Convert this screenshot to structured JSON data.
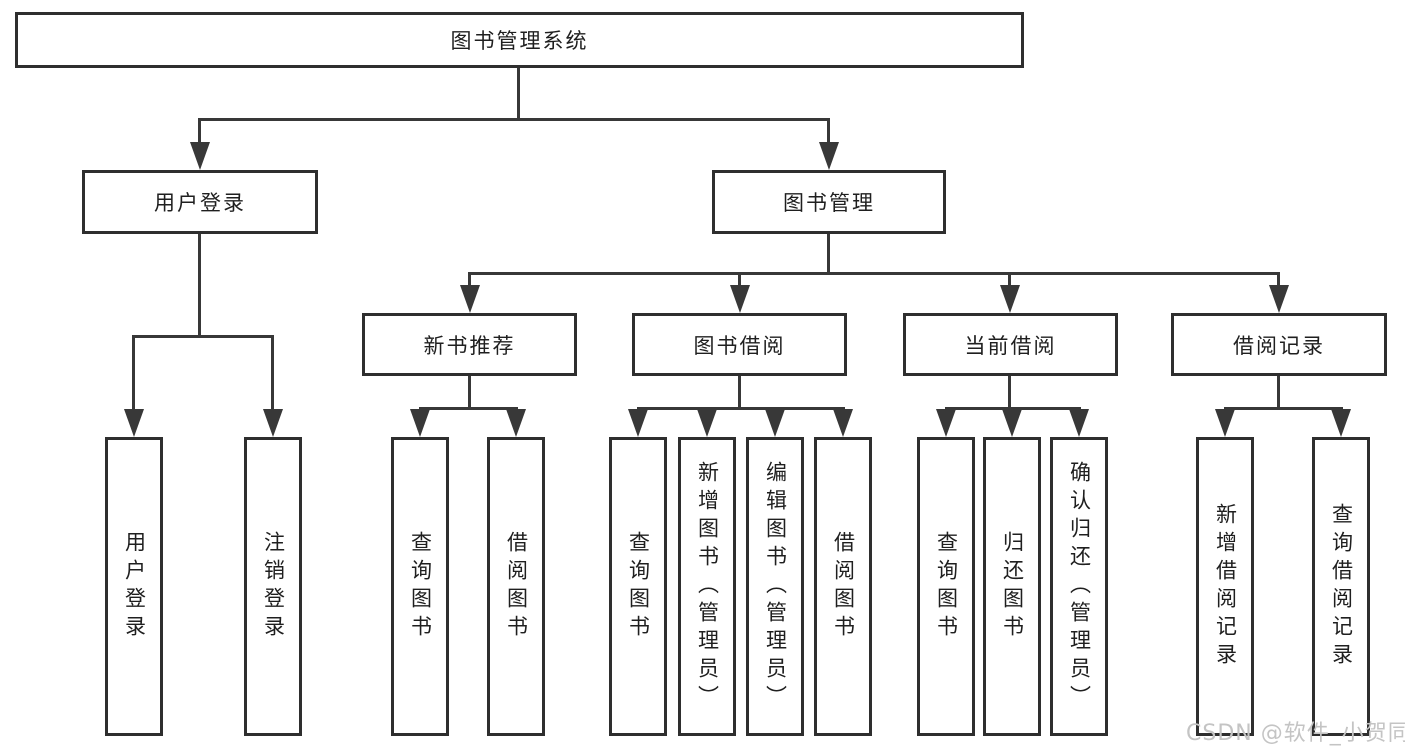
{
  "tree": {
    "root": {
      "label": "图书管理系统",
      "children": [
        {
          "label": "用户登录",
          "children": [
            {
              "label": "用户登录"
            },
            {
              "label": "注销登录"
            }
          ]
        },
        {
          "label": "图书管理",
          "children": [
            {
              "label": "新书推荐",
              "children": [
                {
                  "label": "查询图书"
                },
                {
                  "label": "借阅图书"
                }
              ]
            },
            {
              "label": "图书借阅",
              "children": [
                {
                  "label": "查询图书"
                },
                {
                  "label": "新增图书（管理员）"
                },
                {
                  "label": "编辑图书（管理员）"
                },
                {
                  "label": "借阅图书"
                }
              ]
            },
            {
              "label": "当前借阅",
              "children": [
                {
                  "label": "查询图书"
                },
                {
                  "label": "归还图书"
                },
                {
                  "label": "确认归还（管理员）"
                }
              ]
            },
            {
              "label": "借阅记录",
              "children": [
                {
                  "label": "新增借阅记录"
                },
                {
                  "label": "查询借阅记录"
                }
              ]
            }
          ]
        }
      ]
    }
  },
  "watermark": {
    "text": "CSDN @软件_小贺同学"
  },
  "colors": {
    "line": "#383838",
    "box_border": "#2e2e2e",
    "text": "#1f1f1f",
    "background": "#ffffff",
    "watermark": "#c4c4c4"
  }
}
